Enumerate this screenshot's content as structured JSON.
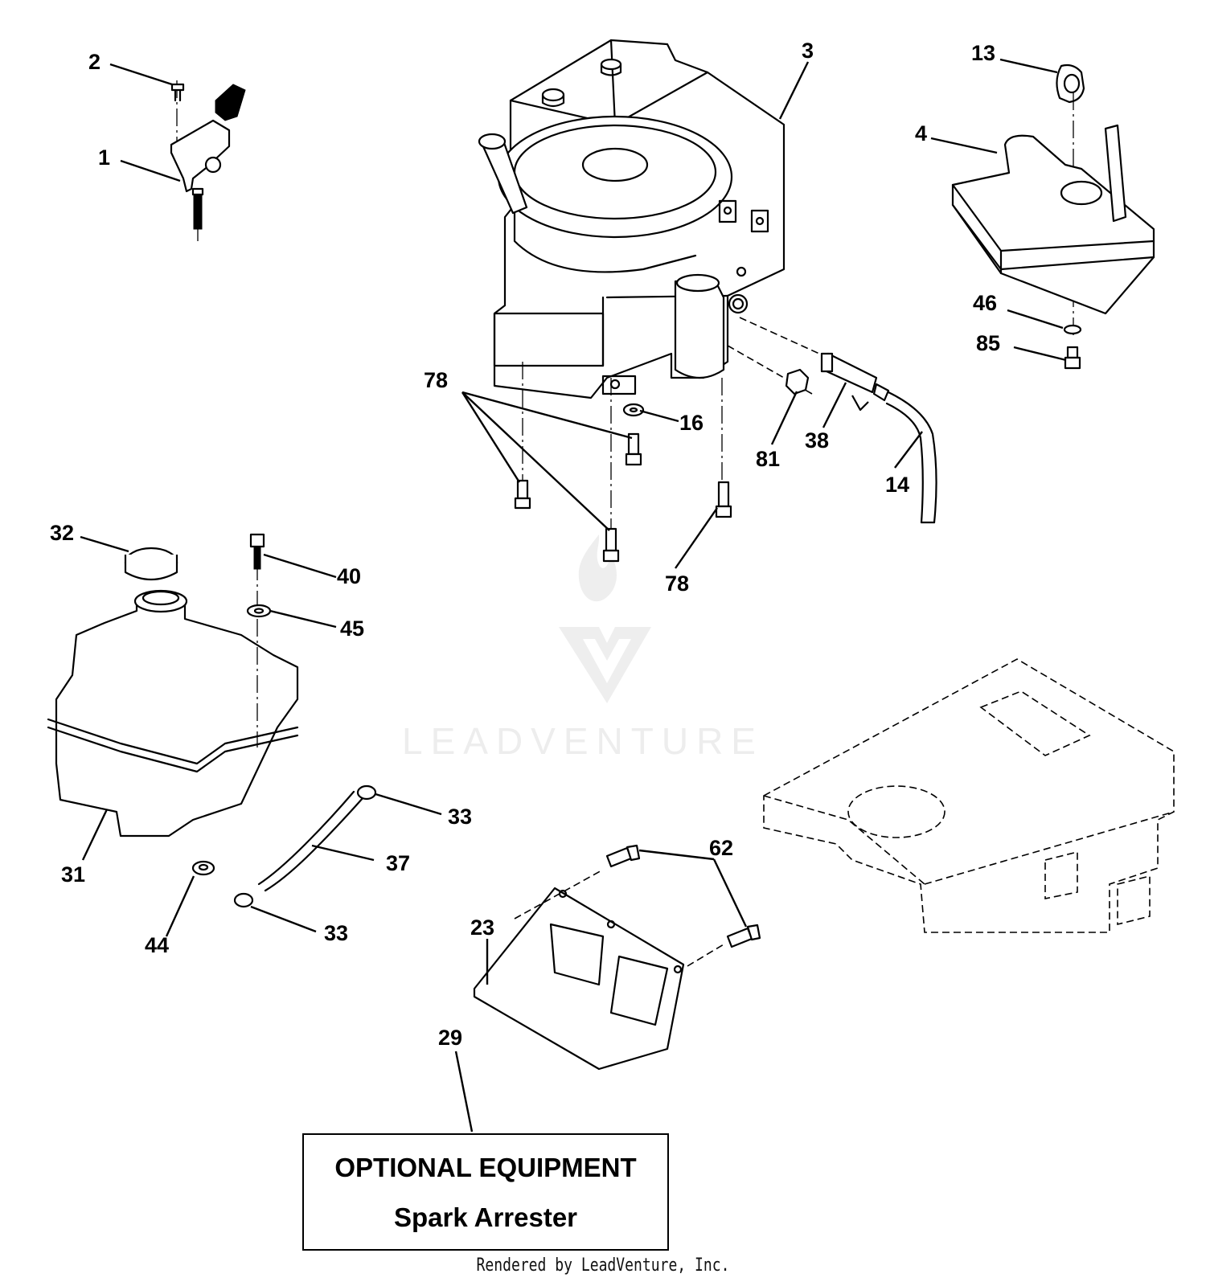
{
  "diagram": {
    "callouts": [
      {
        "id": "c1",
        "label": "1"
      },
      {
        "id": "c2",
        "label": "2"
      },
      {
        "id": "c3",
        "label": "3"
      },
      {
        "id": "c4",
        "label": "4"
      },
      {
        "id": "c13",
        "label": "13"
      },
      {
        "id": "c14",
        "label": "14"
      },
      {
        "id": "c16",
        "label": "16"
      },
      {
        "id": "c23",
        "label": "23"
      },
      {
        "id": "c29",
        "label": "29"
      },
      {
        "id": "c31",
        "label": "31"
      },
      {
        "id": "c32",
        "label": "32"
      },
      {
        "id": "c33a",
        "label": "33"
      },
      {
        "id": "c33b",
        "label": "33"
      },
      {
        "id": "c37",
        "label": "37"
      },
      {
        "id": "c38",
        "label": "38"
      },
      {
        "id": "c40",
        "label": "40"
      },
      {
        "id": "c44",
        "label": "44"
      },
      {
        "id": "c45",
        "label": "45"
      },
      {
        "id": "c46",
        "label": "46"
      },
      {
        "id": "c62",
        "label": "62"
      },
      {
        "id": "c78a",
        "label": "78"
      },
      {
        "id": "c78b",
        "label": "78"
      },
      {
        "id": "c81",
        "label": "81"
      },
      {
        "id": "c85",
        "label": "85"
      }
    ],
    "optional_box": {
      "title": "OPTIONAL EQUIPMENT",
      "subtitle": "Spark Arrester"
    },
    "watermark": "LEADVENTURE",
    "footer": "Rendered by LeadVenture, Inc."
  }
}
